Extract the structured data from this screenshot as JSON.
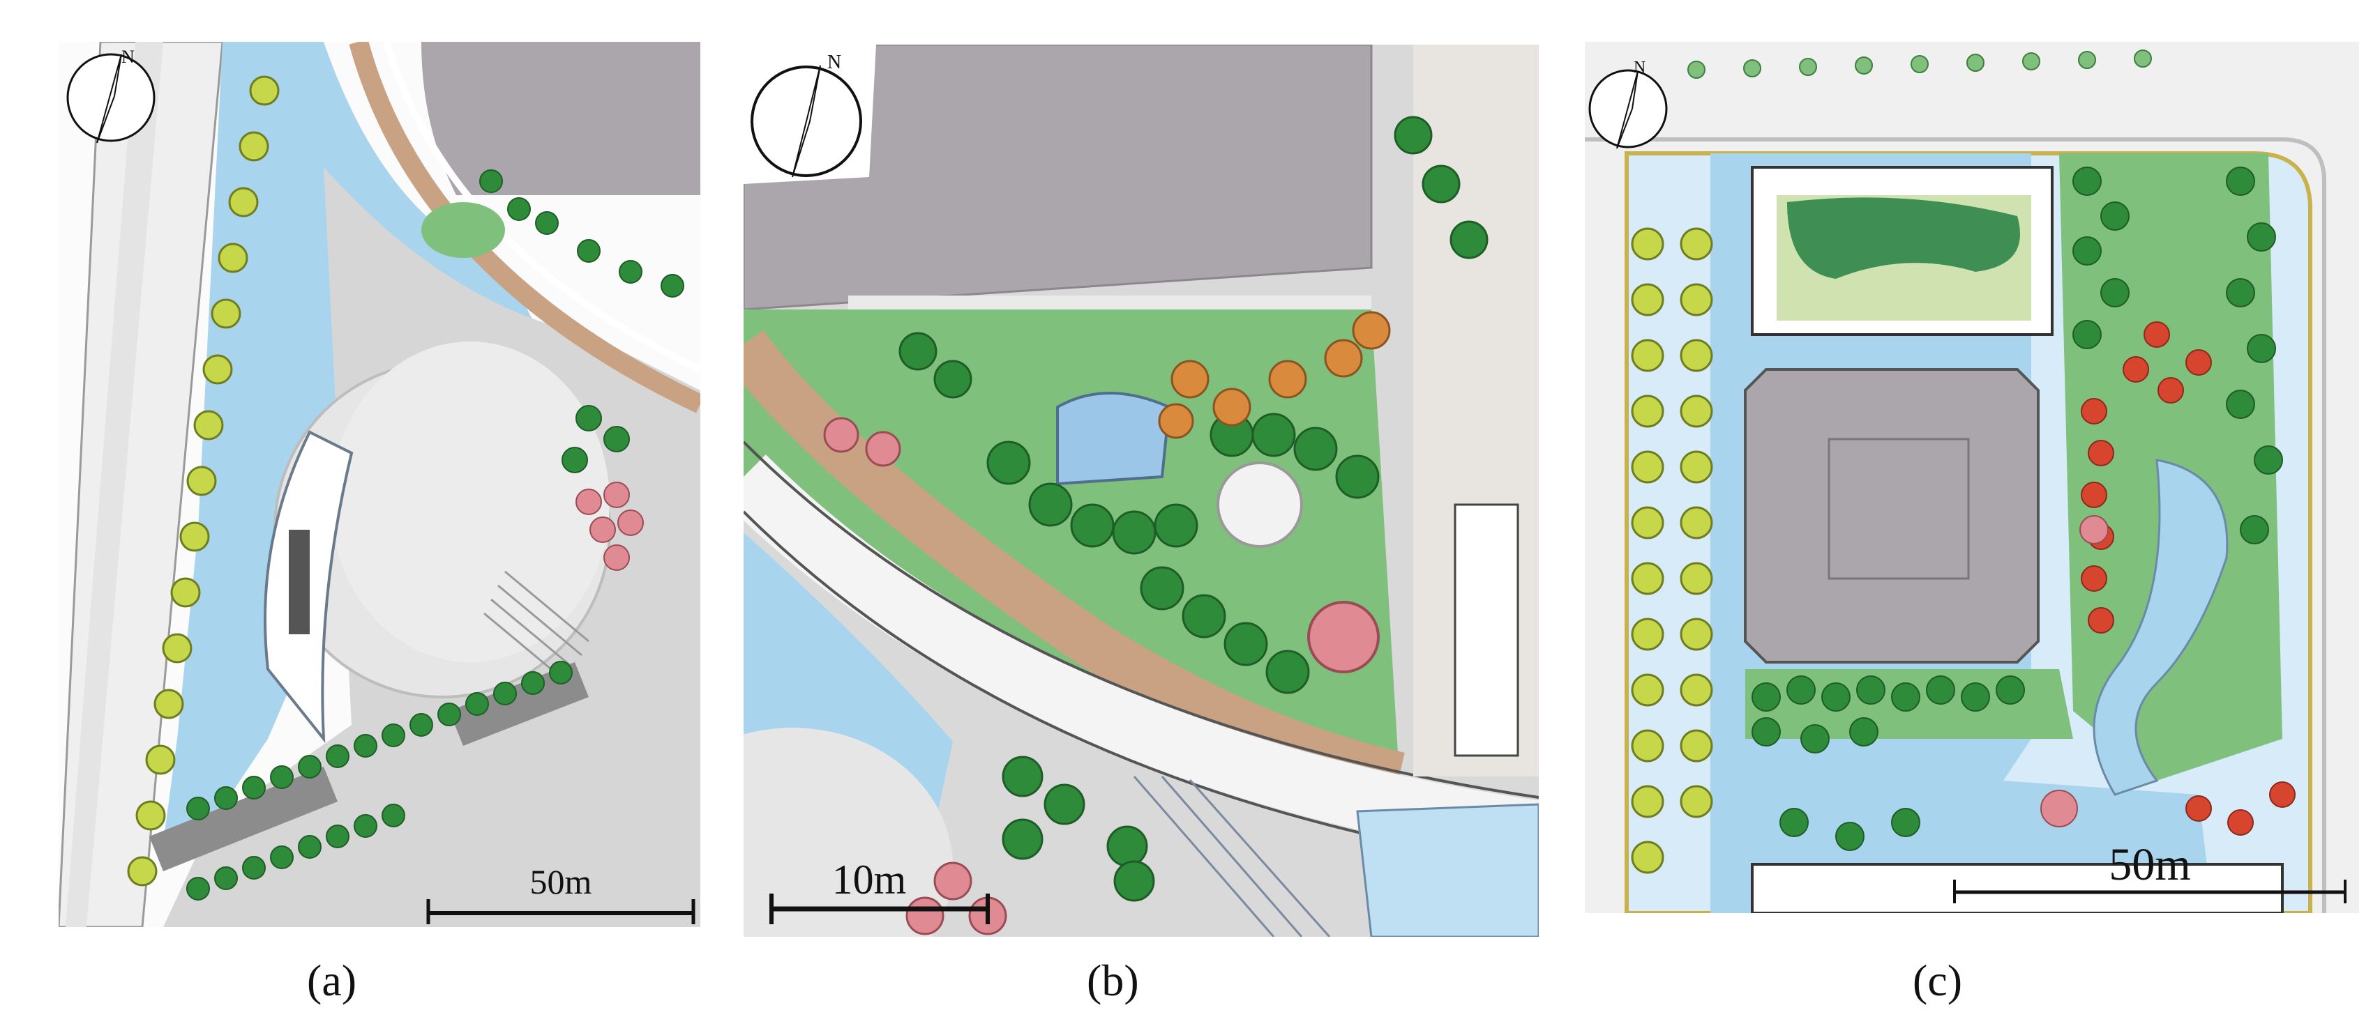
{
  "figure": {
    "panels": [
      {
        "id": "a",
        "caption": "(a)",
        "scale_label": "50m",
        "north_label": "N"
      },
      {
        "id": "b",
        "caption": "(b)",
        "scale_label": "10m",
        "north_label": "N"
      },
      {
        "id": "c",
        "caption": "(c)",
        "scale_label": "50m",
        "north_label": "N"
      }
    ]
  },
  "colors": {
    "water": "#a8d4ee",
    "water_light": "#d7ecf8",
    "paving": "#d2d2d2",
    "plaza": "#e3e3e3",
    "building": "#aaa6ab",
    "lawn": "#7fc07d",
    "tree_dark": "#2e8b3a",
    "tree_yellow": "#c6d84a",
    "tree_orange": "#d98a3c",
    "tree_red": "#d8452f",
    "tree_pink": "#e08a93",
    "path_tan": "#c9a283"
  }
}
